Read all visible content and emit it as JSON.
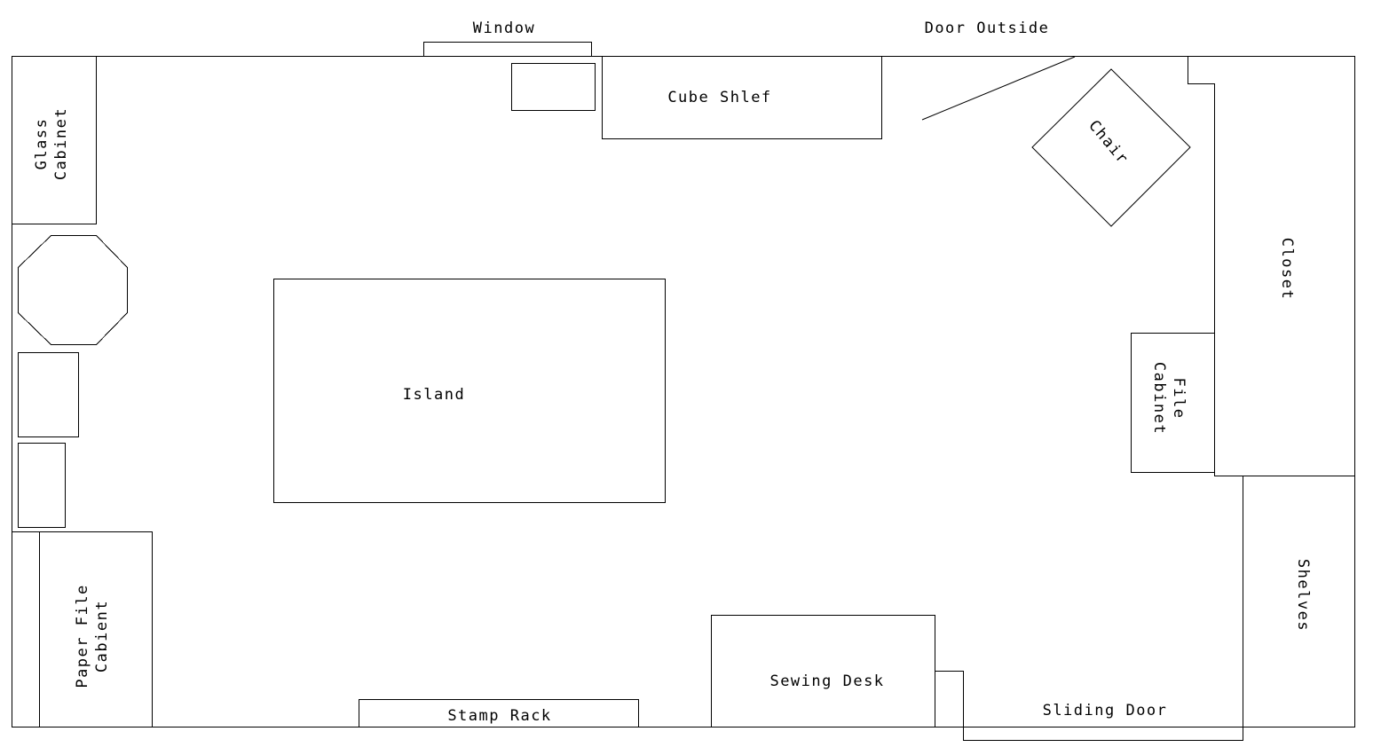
{
  "labels": {
    "window": "Window",
    "door_outside": "Door Outside",
    "glass_cabinet_line1": "Glass",
    "glass_cabinet_line2": "Cabinet",
    "cube_shelf": "Cube Shlef",
    "chair": "Chair",
    "closet": "Closet",
    "island": "Island",
    "file_cabinet_line1": "File",
    "file_cabinet_line2": "Cabinet",
    "shelves": "Shelves",
    "paper_file_line1": "Paper File",
    "paper_file_line2": "Cabient",
    "sewing_desk": "Sewing Desk",
    "stamp_rack": "Stamp Rack",
    "sliding_door": "Sliding Door"
  }
}
